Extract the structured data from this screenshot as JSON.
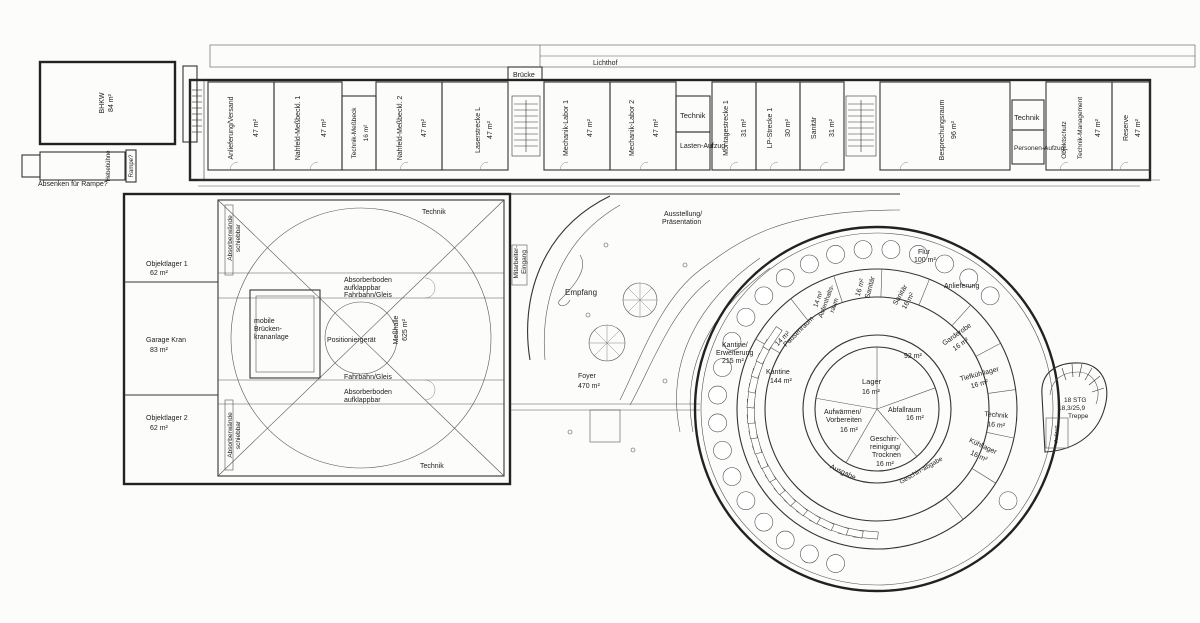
{
  "rooms": {
    "bhkw_name": "BHKW",
    "bhkw_area": "84 m²",
    "hebebuehne": "Hebebühne",
    "rampe": "Rampe?",
    "absenken": "Absenken für Rampe?",
    "bruecke": "Brücke",
    "lichthof": "Lichthof",
    "anlief_name": "Anlieferung/Versand",
    "anlief_area": "47 m²",
    "nahfeld1_name": "Nahfeld-Meßbeckl. 1",
    "nahfeld1_area": "47 m²",
    "techmess_name": "Technik-Meßbeck",
    "techmess_area": "16 m²",
    "nahfeld2_name": "Nahfeld-Meßbeckl. 2",
    "nahfeld2_area": "47 m²",
    "laser_name": "Laserstrecke L",
    "laser_area": "47 m²",
    "mech1_name": "Mechanik-Labor 1",
    "mech1_area": "47 m²",
    "mech2_name": "Mechanik-Labor 2",
    "mech2_area": "47 m²",
    "technik_a": "Technik",
    "lastenaufzug": "Lasten-Aufzug",
    "montage_name": "Montagestrecke 1",
    "montage_area": "31 m²",
    "lp_name": "LP-Strecke 1",
    "lp_area": "30 m²",
    "sanitaer_n_name": "Sanitär",
    "sanitaer_n_area": "31 m²",
    "bespr_name": "Besprechungsraum",
    "bespr_area": "96 m²",
    "technik_b": "Technik",
    "personenaufzug": "Personen-Aufzug",
    "objektschutz": "Objektschutz",
    "techmgmt_name": "Technik-Management",
    "techmgmt_area": "47 m²",
    "reserve_name": "Reserve",
    "reserve_area": "47 m²",
    "technik_top": "Technik",
    "technik_bottom": "Technik",
    "objektlager1_name": "Objektlager 1",
    "objektlager1_area": "62 m²",
    "garage_name": "Garage Kran",
    "garage_area": "83 m²",
    "objektlager2_name": "Objektlager 2",
    "objektlager2_area": "62 m²",
    "absorberwaende_1": "Absorberwände",
    "absorberwaende_2": "schiebbar",
    "absorberwaende_3": "Absorberwände",
    "absorberwaende_4": "schiebbar",
    "absorberboden_a1": "Absorberboden",
    "absorberboden_a2": "aufklappbar",
    "fahrbahn_a": "Fahrbahn/Gleis",
    "mobile1": "mobile",
    "mobile2": "Brücken-",
    "mobile3": "krananlage",
    "positionier": "Positioniergerät",
    "messhalle_name": "Meßhalle",
    "messhalle_area": "625 m²",
    "fahrbahn_b": "Fahrbahn/Gleis",
    "absorberboden_b1": "Absorberboden",
    "absorberboden_b2": "aufklappbar",
    "mitarbeiter1": "Mitarbeiter-",
    "mitarbeiter2": "Eingang",
    "ausstellung1": "Ausstellung/",
    "ausstellung2": "Präsentation",
    "empfang": "Empfang",
    "foyer_name": "Foyer",
    "foyer_area": "470 m²",
    "kantine_erw1": "Kantine/",
    "kantine_erw2": "Erweiterung",
    "kantine_erw_area": "215 m²",
    "kantine_name": "Kantine",
    "kantine_area": "144 m²",
    "flur_name": "Flur",
    "flur_area": "100 m²",
    "anlieferung_c": "Anlieferung",
    "sanitaer_a_name": "Sanitär",
    "sanitaer_a_area": "16 m²",
    "sanitaer_b_name": "Sanitär",
    "sanitaer_b_area": "16 m²",
    "aufenth1": "Aufenthalts-",
    "aufenth2": "raum",
    "aufenth_area": "14 m²",
    "pausen_name": "Pausenraum",
    "pausen_area": "14 m²",
    "garderobe_name": "Garderobe",
    "garderobe_area": "16 m²",
    "tiefkuehl_name": "Tiefkühllager",
    "tiefkuehl_area": "16 m²",
    "technik_c_name": "Technik",
    "technik_c_area": "16 m²",
    "kuehl_name": "Kühllager",
    "kuehl_area": "16 m²",
    "ring_area": "92 m²",
    "lager_name": "Lager",
    "lager_area": "16 m²",
    "aufwaermen1": "Aufwärmen/",
    "aufwaermen2": "Vorbereiten",
    "aufwaermen_area": "16 m²",
    "abfall_name": "Abfallraum",
    "abfall_area": "16 m²",
    "geschirr1": "Geschirr-",
    "geschirr2": "reinigung/",
    "geschirr3": "Trocknen",
    "geschirr_area": "16 m²",
    "ausgabe": "Ausgabe",
    "geschirrabgabe": "Geschirr-abgabe",
    "stair_1": "18 STG",
    "stair_2": "18,3/25,9",
    "stair_3": "Treppe",
    "aufzug_small": "Aufzug"
  }
}
